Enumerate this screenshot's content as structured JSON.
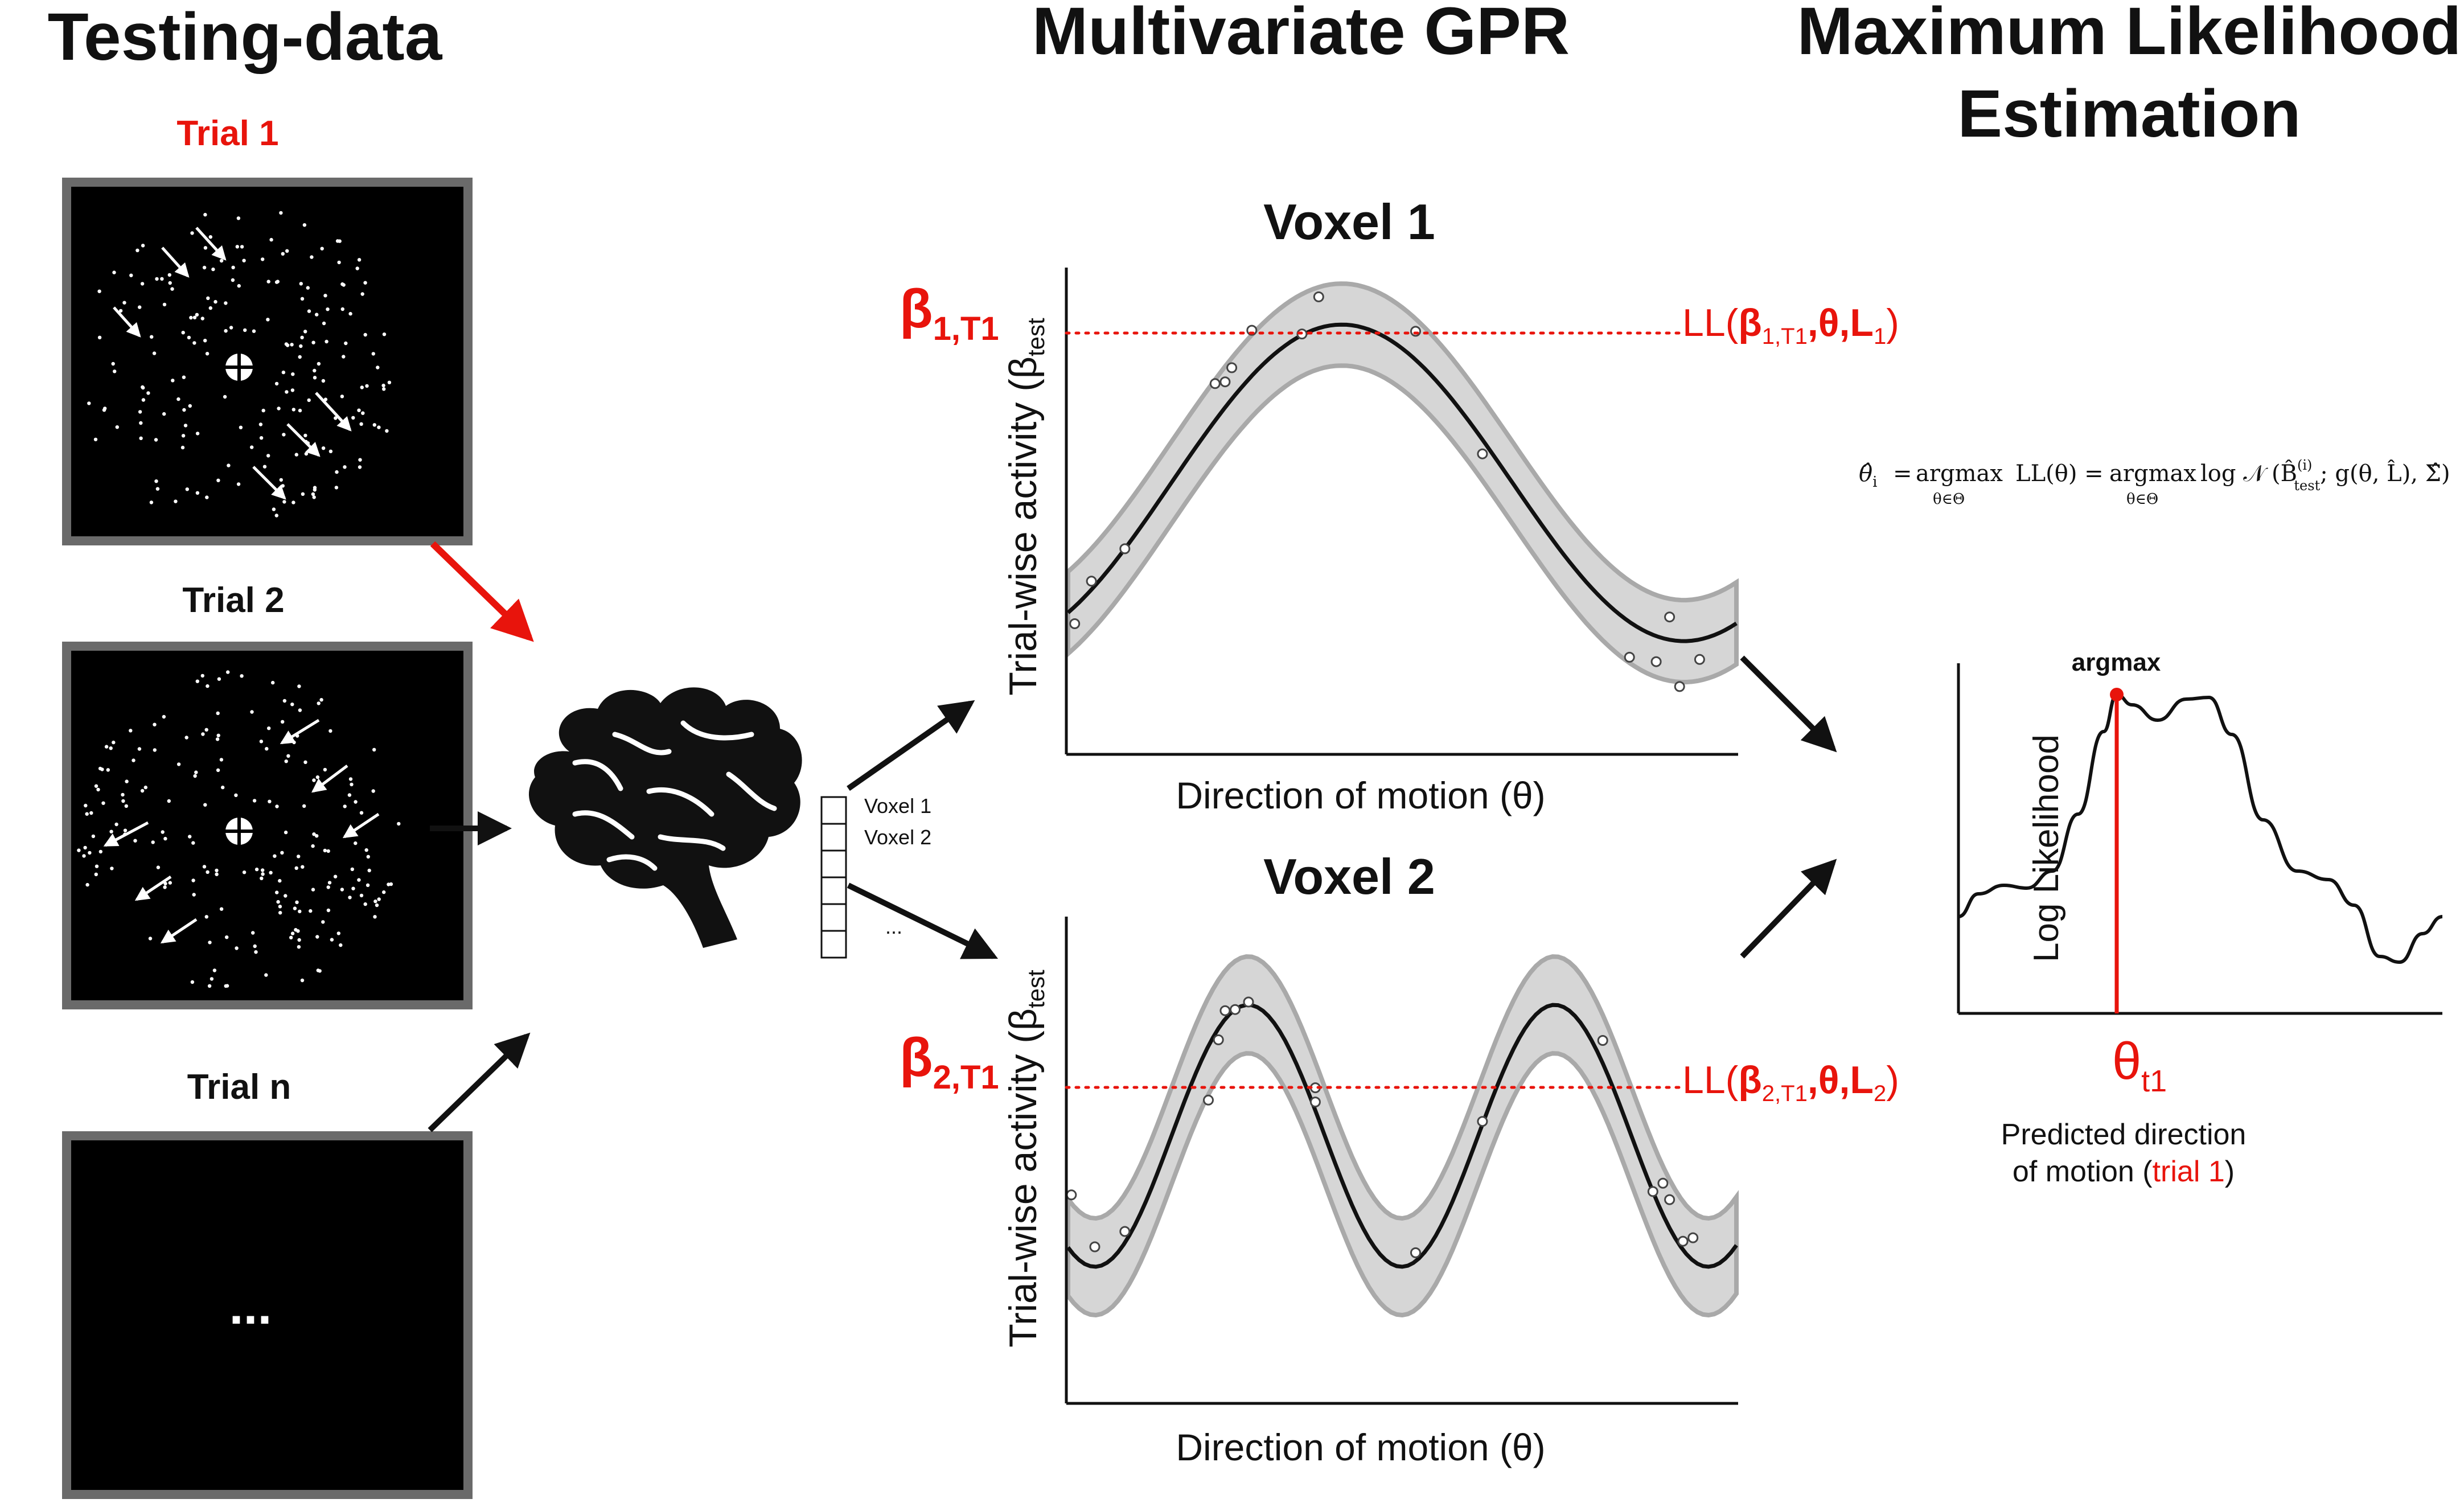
{
  "headings": {
    "testing": "Testing-data",
    "gpr": "Multivariate GPR",
    "mle_line1": "Maximum Likelihood",
    "mle_line2": "Estimation"
  },
  "trials": [
    {
      "label": "Trial 1"
    },
    {
      "label": "Trial 2"
    },
    {
      "label": "Trial n",
      "placeholder": "..."
    }
  ],
  "voxel_list": {
    "items": [
      "Voxel 1",
      "Voxel 2"
    ],
    "more": "...",
    "cell_count": 6
  },
  "voxel_panels": [
    {
      "title": "Voxel 1",
      "ylabel": "Trial-wise activity (β",
      "ylabel_sub": "test",
      "xlabel": "Direction of motion (θ)",
      "beta_main": "β",
      "beta_sub": "1,T1",
      "ll_prefix": "LL(",
      "ll_beta": "β",
      "ll_beta_sub": "1,T1",
      "ll_theta": ",θ,",
      "ll_L": "L",
      "ll_L_sub": "1",
      "ll_suffix": ")"
    },
    {
      "title": "Voxel 2",
      "ylabel": "Trial-wise activity (β",
      "ylabel_sub": "test",
      "xlabel": "Direction of motion (θ)",
      "beta_main": "β",
      "beta_sub": "2,T1",
      "ll_prefix": "LL(",
      "ll_beta": "β",
      "ll_beta_sub": "2,T1",
      "ll_theta": ",θ,",
      "ll_L": "L",
      "ll_L_sub": "2",
      "ll_suffix": ")"
    }
  ],
  "formula": {
    "lhs": "θ̂",
    "lhs_sub": "i",
    "eq": "=",
    "argmax": "argmax",
    "under": "θ∈Θ",
    "ll": "LL(θ) =",
    "log_n": "log 𝒩",
    "beta": "(B̂",
    "beta_sup": "(i)",
    "beta_sub": "test",
    "args": "; g(θ, L̂), Σ̂)"
  },
  "likelihood_panel": {
    "ylabel": "Log Likelihood",
    "argmax_label": "argmax",
    "theta": "θ",
    "theta_sub": "t1",
    "caption_line1": "Predicted direction",
    "caption_line2_prefix": "of motion (",
    "caption_line2_red": "trial 1",
    "caption_line2_suffix": ")"
  },
  "colors": {
    "accent_red": "#e8140c",
    "band_fill": "#d6d6d6",
    "band_edge": "#a9a9a9",
    "panel_frame": "#6a6a6a",
    "ink": "#111111"
  }
}
